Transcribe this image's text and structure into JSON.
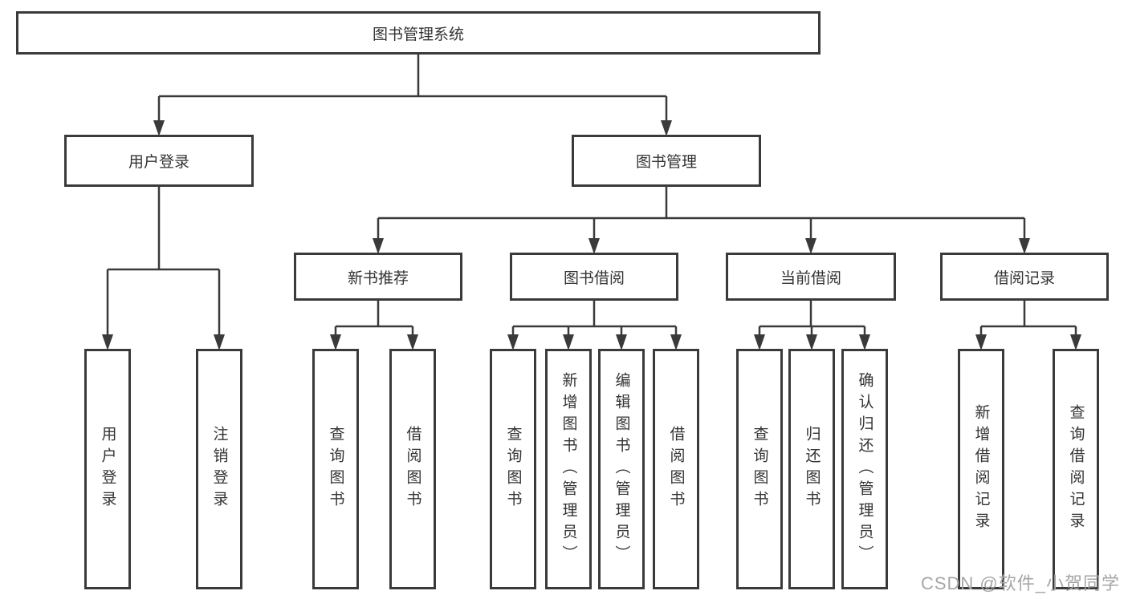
{
  "nodes": {
    "root": "图书管理系统",
    "user_login": "用户登录",
    "book_management": "图书管理",
    "new_book_recommend": "新书推荐",
    "book_borrow": "图书借阅",
    "current_borrow": "当前借阅",
    "borrow_records": "借阅记录",
    "leaf_user_login": "用户登录",
    "leaf_logout": "注销登录",
    "leaf_nbr_query_books": "查询图书",
    "leaf_nbr_borrow_books": "借阅图书",
    "leaf_bb_query_books": "查询图书",
    "leaf_bb_add_books_admin": "新增图书（管理员）",
    "leaf_bb_edit_books_admin": "编辑图书（管理员）",
    "leaf_bb_borrow_books": "借阅图书",
    "leaf_cb_query_books": "查询图书",
    "leaf_cb_return_books": "归还图书",
    "leaf_cb_confirm_return_admin": "确认归还（管理员）",
    "leaf_br_add_record": "新增借阅记录",
    "leaf_br_query_record": "查询借阅记录"
  },
  "watermark": "CSDN @软件_小贺同学",
  "colors": {
    "line-color": "#3a3a3a",
    "text-color": "#333333",
    "watermark-color": "#a6a6a6",
    "bg-color": "#ffffff"
  }
}
